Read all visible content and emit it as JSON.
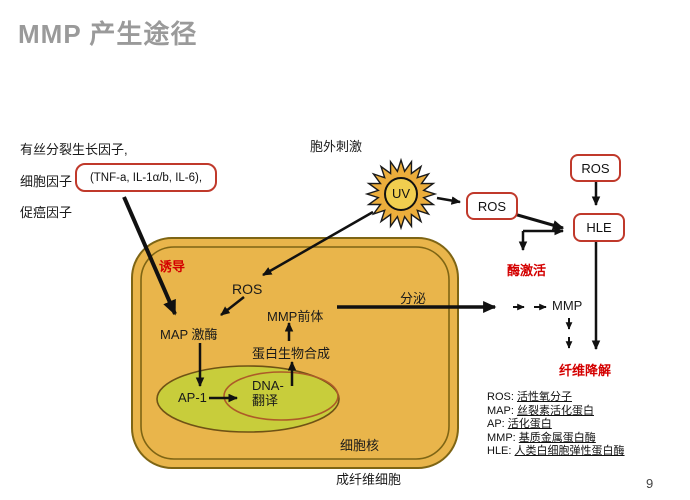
{
  "slide": {
    "title": "MMP 产生途径",
    "page_number": "9"
  },
  "left_inputs": {
    "mitogen": "有丝分裂生长因子,",
    "cytokine": "细胞因子",
    "tumor_promoter": "促癌因子",
    "tnf_box": "(TNF-a, IL-1α/b, IL-6),"
  },
  "stimulus": {
    "extracellular": "胞外刺激",
    "uv": "UV"
  },
  "nodes": {
    "ros_box_top": "ROS",
    "ros_box_mid": "ROS",
    "hle_box": "HLE",
    "enzyme_activation": "酶激活",
    "mmp": "MMP",
    "fiber_degradation": "纤维降解"
  },
  "cell": {
    "induction": "诱导",
    "ros": "ROS",
    "mmp_precursor": "MMP前体",
    "secretion": "分泌",
    "map_kinase": "MAP 激酶",
    "protein_biosynthesis": "蛋白生物合成",
    "ap1": "AP-1",
    "dna_line1": "DNA-",
    "dna_line2": "翻译",
    "nucleus_label": "细胞核",
    "fibroblast_label": "成纤维细胞"
  },
  "legend": [
    {
      "abbr": "ROS:",
      "term": "活性氧分子"
    },
    {
      "abbr": "MAP:",
      "term": "丝裂素活化蛋白"
    },
    {
      "abbr": "AP:",
      "term": "活化蛋白"
    },
    {
      "abbr": "MMP:",
      "term": "基质金属蛋白酶"
    },
    {
      "abbr": "HLE:",
      "term": "人类白细胞弹性蛋白酶"
    }
  ],
  "colors": {
    "title_gray": "#9a9a9a",
    "red_border": "#c0392b",
    "red_text": "#d40000",
    "cell_fill": "#e9b54b",
    "cell_border": "#7e6514",
    "nucleus_fill": "#c8cd3b",
    "nucleus_border": "#6f5215",
    "inner_ellipse_border": "#ad5b28",
    "sun_ray_fill": "#ecae3c",
    "sun_center_fill": "#f1ce4f",
    "arrow_black": "#111111"
  }
}
